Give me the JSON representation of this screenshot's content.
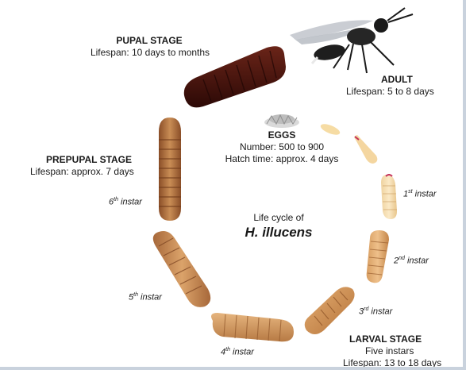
{
  "stages": {
    "pupal": {
      "title": "PUPAL STAGE",
      "detail": "Lifespan: 10 days to months"
    },
    "adult": {
      "title": "ADULT",
      "detail": "Lifespan: 5 to 8 days"
    },
    "eggs": {
      "title": "EGGS",
      "number": "Number: 500 to 900",
      "hatch": "Hatch time: approx. 4 days"
    },
    "prepupal": {
      "title": "PREPUPAL STAGE",
      "detail": "Lifespan: approx. 7 days"
    },
    "larval": {
      "title": "LARVAL STAGE",
      "instars": "Five instars",
      "detail": "Lifespan: 13 to 18 days"
    }
  },
  "center": {
    "line1": "Life cycle of",
    "species": "H. illucens"
  },
  "instars": [
    {
      "num": "1",
      "suffix": "st",
      "word": "instar"
    },
    {
      "num": "2",
      "suffix": "nd",
      "word": "instar"
    },
    {
      "num": "3",
      "suffix": "rd",
      "word": "instar"
    },
    {
      "num": "4",
      "suffix": "th",
      "word": "instar"
    },
    {
      "num": "5",
      "suffix": "th",
      "word": "instar"
    },
    {
      "num": "6",
      "suffix": "th",
      "word": "instar"
    }
  ],
  "colors": {
    "pupa": "#4a1410",
    "prepupa": "#a8683a",
    "larva_late": "#c7874e",
    "larva_early": "#f0d9b0",
    "fly": "#1e1e1e"
  }
}
